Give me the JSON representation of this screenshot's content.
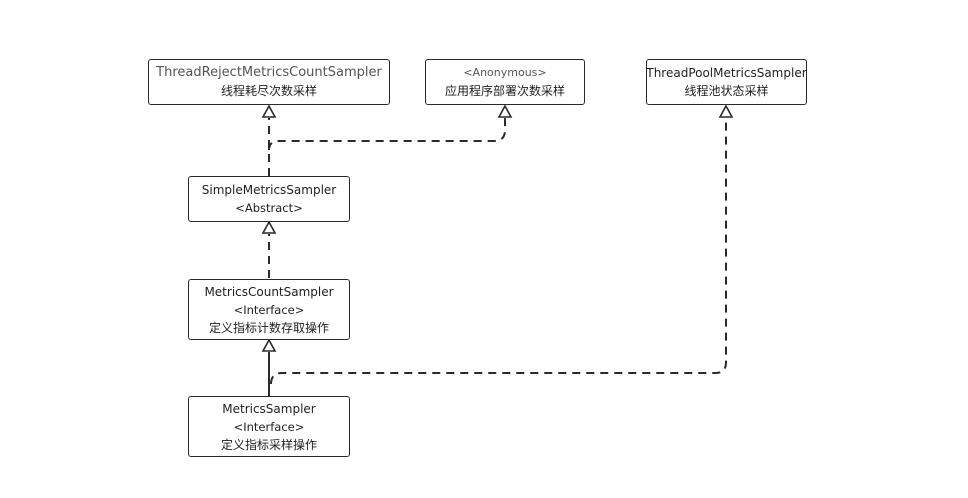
{
  "diagram": {
    "nodes": {
      "thread_reject": {
        "name": "ThreadRejectMetricsCountSampler",
        "desc": "线程耗尽次数采样"
      },
      "anonymous": {
        "name": "<Anonymous>",
        "desc": "应用程序部署次数采样"
      },
      "thread_pool": {
        "name": "ThreadPoolMetricsSampler",
        "desc": "线程池状态采样"
      },
      "simple": {
        "name": "SimpleMetricsSampler",
        "stereotype": "<Abstract>"
      },
      "count": {
        "name": "MetricsCountSampler",
        "stereotype": "<Interface>",
        "desc": "定义指标计数存取操作"
      },
      "sampler": {
        "name": "MetricsSampler",
        "stereotype": "<Interface>",
        "desc": "定义指标采样操作"
      }
    },
    "relations": [
      {
        "from": "simple",
        "to": "thread_reject",
        "type": "realization"
      },
      {
        "from": "simple",
        "to": "anonymous",
        "type": "realization"
      },
      {
        "from": "count",
        "to": "simple",
        "type": "realization"
      },
      {
        "from": "sampler",
        "to": "count",
        "type": "generalization"
      },
      {
        "from": "sampler",
        "to": "thread_pool",
        "type": "realization"
      }
    ],
    "colors": {
      "stroke": "#2a2a2a",
      "text": "#1f1f1f",
      "background": "#ffffff"
    }
  }
}
